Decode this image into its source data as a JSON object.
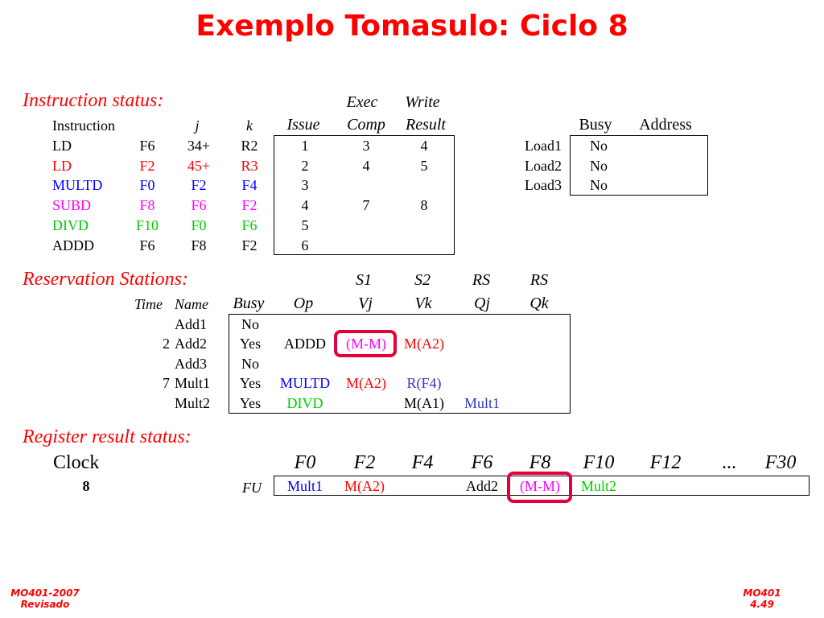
{
  "title": "Exemplo Tomasulo: Ciclo 8",
  "colors": {
    "black": "#000000",
    "red": "#ff0000",
    "blue": "#0000ff",
    "magenta": "#ff00ff",
    "green": "#00cc00",
    "slateblue": "#3333cc",
    "highlight": "#e4003a"
  },
  "instruction_status": {
    "label": "Instruction status:",
    "header_top": [
      "Exec",
      "Write"
    ],
    "headers": [
      "Instruction",
      "j",
      "k",
      "Issue",
      "Comp",
      "Result"
    ],
    "rows": [
      {
        "op": "LD",
        "dest": "F6",
        "j": "34+",
        "k": "R2",
        "issue": "1",
        "comp": "3",
        "result": "4",
        "color": "#000000"
      },
      {
        "op": "LD",
        "dest": "F2",
        "j": "45+",
        "k": "R3",
        "issue": "2",
        "comp": "4",
        "result": "5",
        "color": "#ff0000"
      },
      {
        "op": "MULTD",
        "dest": "F0",
        "j": "F2",
        "k": "F4",
        "issue": "3",
        "comp": "",
        "result": "",
        "color": "#0000ff"
      },
      {
        "op": "SUBD",
        "dest": "F8",
        "j": "F6",
        "k": "F2",
        "issue": "4",
        "comp": "7",
        "result": "8",
        "color": "#ff00ff"
      },
      {
        "op": "DIVD",
        "dest": "F10",
        "j": "F0",
        "k": "F6",
        "issue": "5",
        "comp": "",
        "result": "",
        "color": "#00cc00"
      },
      {
        "op": "ADDD",
        "dest": "F6",
        "j": "F8",
        "k": "F2",
        "issue": "6",
        "comp": "",
        "result": "",
        "color": "#000000"
      }
    ]
  },
  "load_buffers": {
    "headers": [
      "Busy",
      "Address"
    ],
    "rows": [
      {
        "name": "Load1",
        "busy": "No",
        "address": ""
      },
      {
        "name": "Load2",
        "busy": "No",
        "address": ""
      },
      {
        "name": "Load3",
        "busy": "No",
        "address": ""
      }
    ]
  },
  "reservation_stations": {
    "label": "Reservation Stations:",
    "header_top": [
      "S1",
      "S2",
      "RS",
      "RS"
    ],
    "headers": [
      "Time",
      "Name",
      "Busy",
      "Op",
      "Vj",
      "Vk",
      "Qj",
      "Qk"
    ],
    "rows": [
      {
        "time": "",
        "name": "Add1",
        "busy": "No",
        "op": "",
        "op_color": "#000000",
        "vj": "",
        "vj_color": "#000000",
        "vk": "",
        "vk_color": "#000000",
        "qj": "",
        "qk": ""
      },
      {
        "time": "2",
        "name": "Add2",
        "busy": "Yes",
        "op": "ADDD",
        "op_color": "#000000",
        "vj": "(M-M)",
        "vj_color": "#ff00ff",
        "vk": "M(A2)",
        "vk_color": "#ff0000",
        "qj": "",
        "qk": ""
      },
      {
        "time": "",
        "name": "Add3",
        "busy": "No",
        "op": "",
        "op_color": "#000000",
        "vj": "",
        "vj_color": "#000000",
        "vk": "",
        "vk_color": "#000000",
        "qj": "",
        "qk": ""
      },
      {
        "time": "7",
        "name": "Mult1",
        "busy": "Yes",
        "op": "MULTD",
        "op_color": "#0000ff",
        "vj": "M(A2)",
        "vj_color": "#ff0000",
        "vk": "R(F4)",
        "vk_color": "#3333cc",
        "qj": "",
        "qk": ""
      },
      {
        "time": "",
        "name": "Mult2",
        "busy": "Yes",
        "op": "DIVD",
        "op_color": "#00cc00",
        "vj": "",
        "vj_color": "#000000",
        "vk": "M(A1)",
        "vk_color": "#000000",
        "qj": "Mult1",
        "qk": ""
      }
    ]
  },
  "register_status": {
    "label": "Register result status:",
    "clock_label": "Clock",
    "clock_value": "8",
    "fu_label": "FU",
    "registers": [
      {
        "name": "F0",
        "value": "Mult1",
        "color": "#0000ff"
      },
      {
        "name": "F2",
        "value": "M(A2)",
        "color": "#ff0000"
      },
      {
        "name": "F4",
        "value": "",
        "color": "#000000"
      },
      {
        "name": "F6",
        "value": "Add2",
        "color": "#000000"
      },
      {
        "name": "F8",
        "value": "(M-M)",
        "color": "#ff00ff"
      },
      {
        "name": "F10",
        "value": "Mult2",
        "color": "#00cc00"
      },
      {
        "name": "F12",
        "value": "",
        "color": "#000000"
      },
      {
        "name": "...",
        "value": "",
        "color": "#000000"
      },
      {
        "name": "F30",
        "value": "",
        "color": "#000000"
      }
    ]
  },
  "footer": {
    "left": [
      "MO401-2007",
      "Revisado"
    ],
    "right": [
      "MO401",
      "4.49"
    ]
  }
}
